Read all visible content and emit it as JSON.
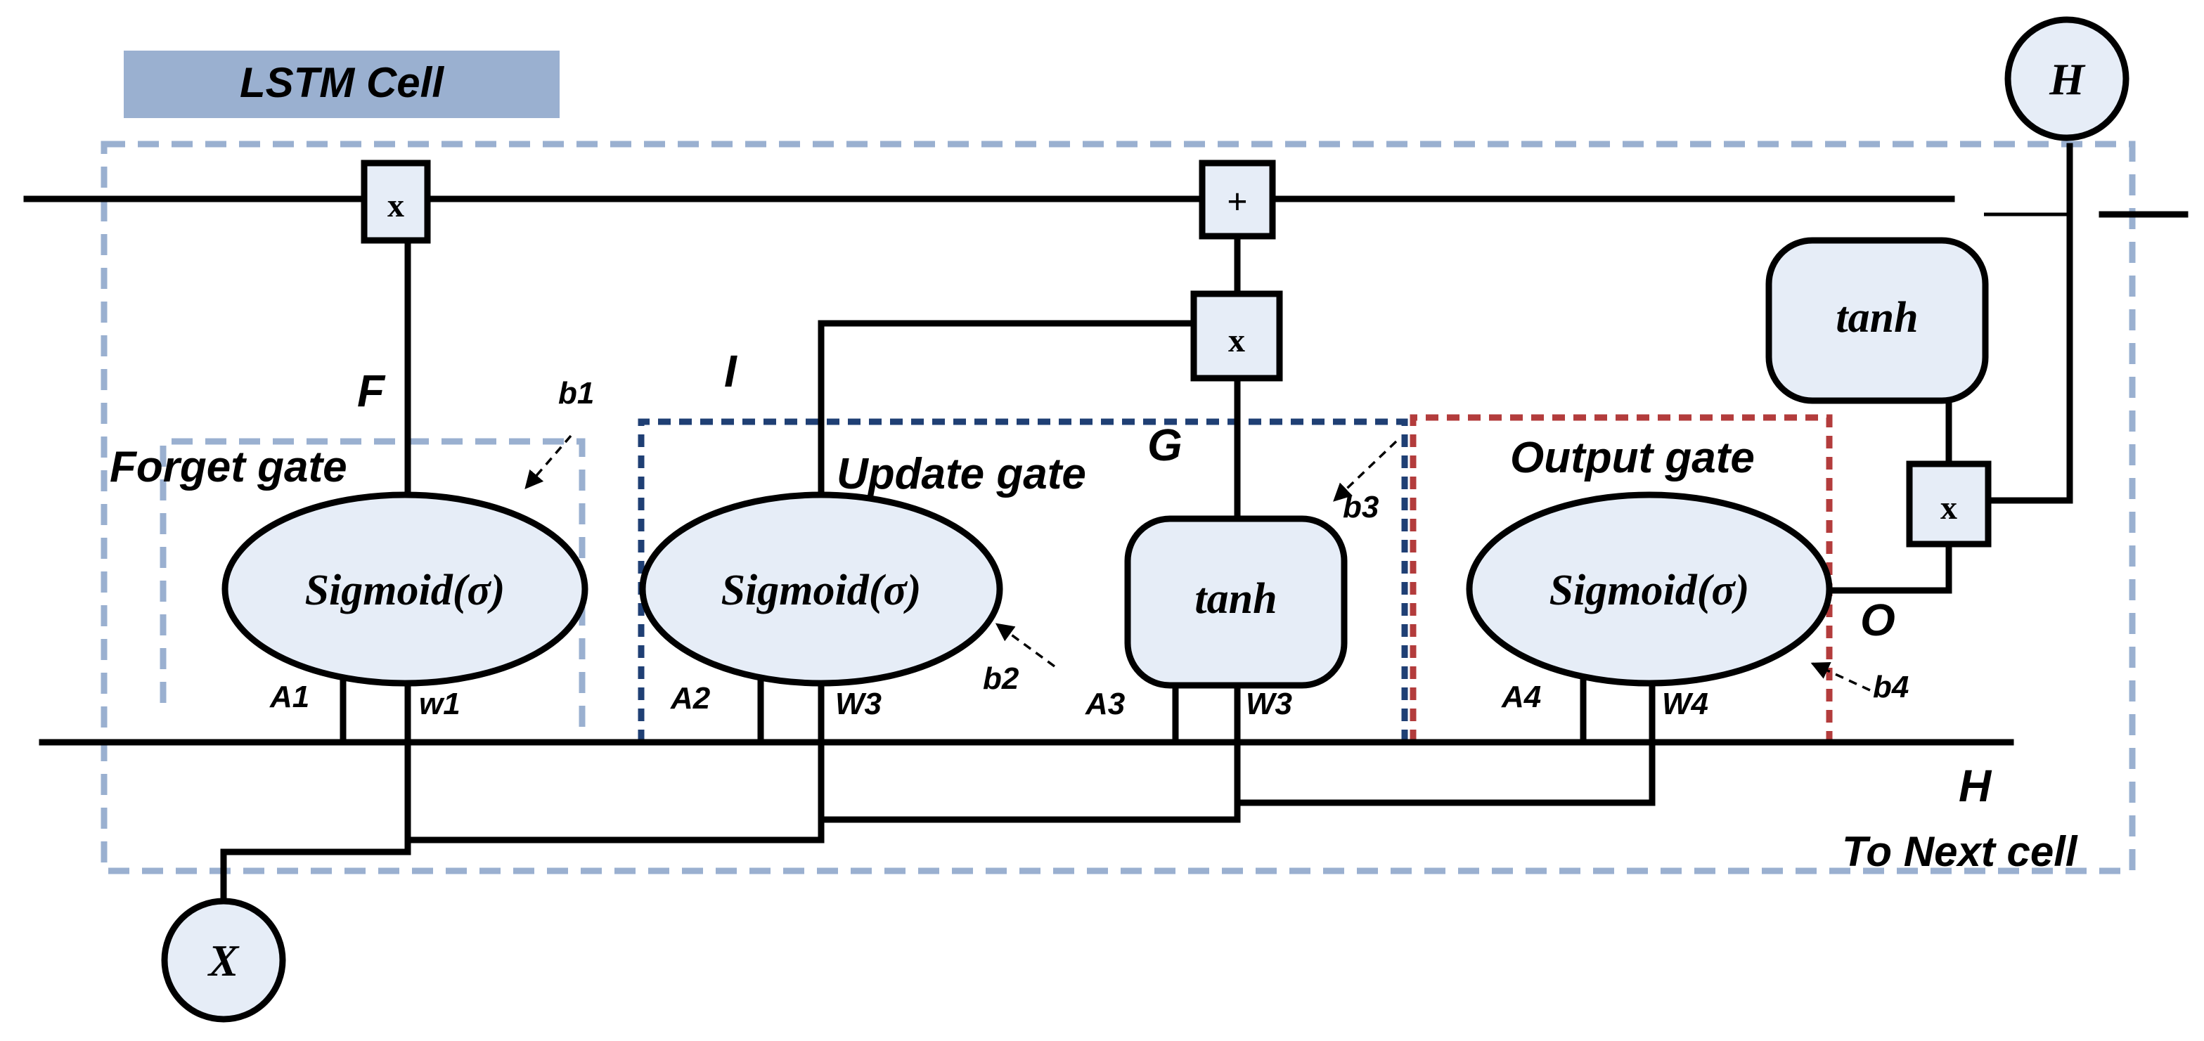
{
  "title": "LSTM Cell",
  "ops": {
    "forget_mult": "x",
    "cell_add": "+",
    "update_mult": "x",
    "output_mult": "x"
  },
  "gates": {
    "forget": {
      "label": "Forget gate",
      "signal": "F",
      "activation": "Sigmoid(σ)",
      "bias": "b1",
      "input_a": "A1",
      "input_w": "w1"
    },
    "update": {
      "label": "Update gate",
      "signal": "I",
      "activation": "Sigmoid(σ)",
      "bias": "b2",
      "input_a": "A2",
      "input_w": "W3"
    },
    "candidate": {
      "signal": "G",
      "activation": "tanh",
      "bias": "b3",
      "input_a": "A3",
      "input_w": "W3"
    },
    "output": {
      "label": "Output gate",
      "signal": "O",
      "activation": "Sigmoid(σ)",
      "bias": "b4",
      "input_a": "A4",
      "input_w": "W4"
    }
  },
  "cell_tanh": "tanh",
  "input_node": "X",
  "output_node": "H",
  "hidden_out": {
    "symbol": "H",
    "caption": "To Next cell"
  },
  "colors": {
    "node_fill": "#e6edf7",
    "title_bar": "#9ab0d0",
    "cell_border": "#9ab0d0",
    "update_border": "#1f3f74",
    "output_border": "#b33c3c"
  }
}
